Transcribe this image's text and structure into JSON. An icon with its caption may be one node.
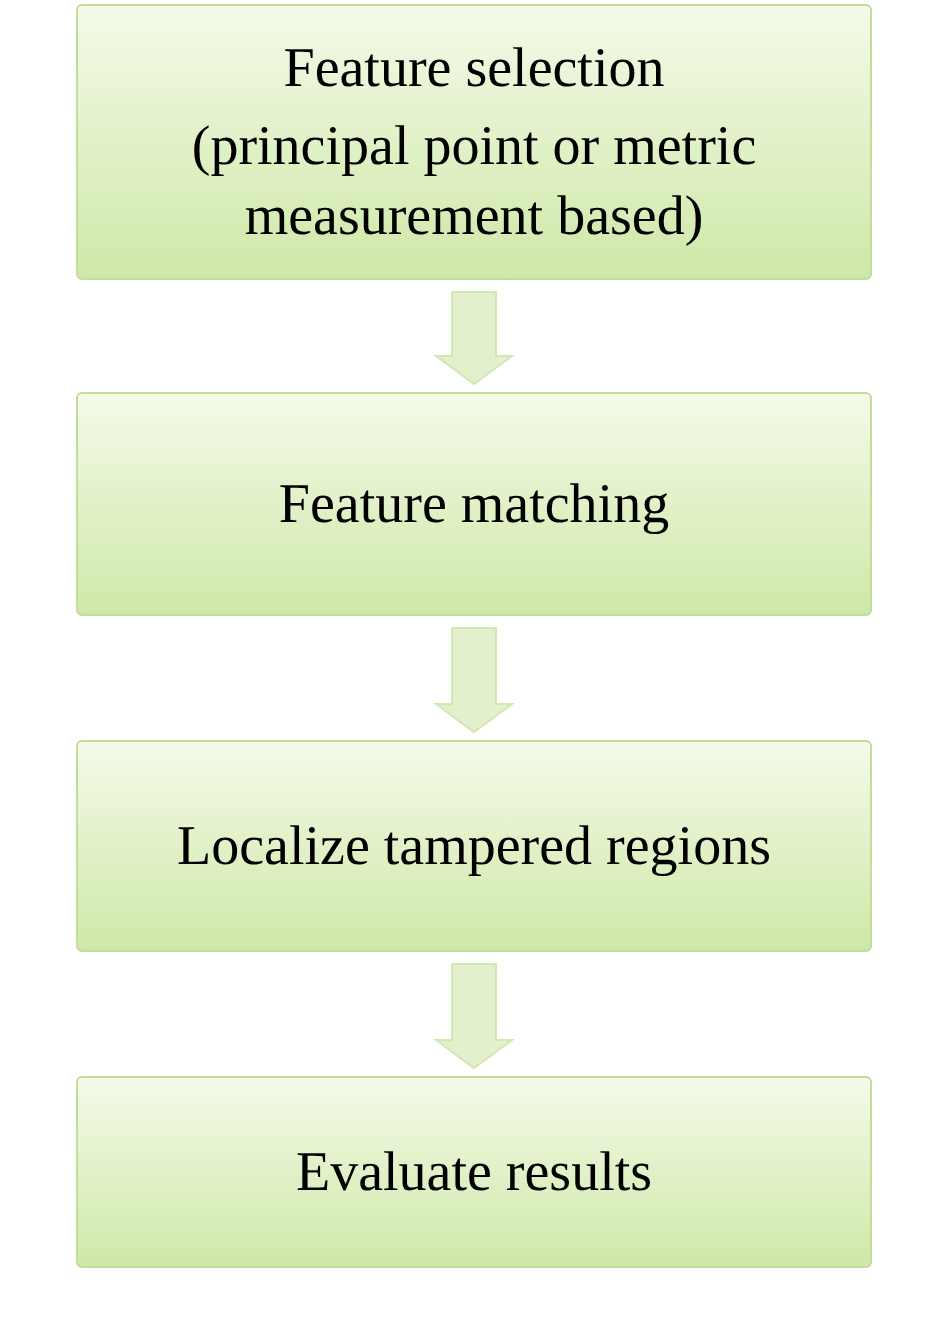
{
  "diagram": {
    "nodes": [
      {
        "text": [
          "Feature selection",
          "(principal point or metric measurement based)"
        ]
      },
      {
        "text": [
          "Feature matching"
        ]
      },
      {
        "text": [
          "Localize tampered regions"
        ]
      },
      {
        "text": [
          "Evaluate results"
        ]
      }
    ],
    "edges": [
      {
        "from": 0,
        "to": 1,
        "arrow": "to"
      },
      {
        "from": 1,
        "to": 2,
        "arrow": "to"
      },
      {
        "from": 2,
        "to": 3,
        "arrow": "to"
      }
    ]
  }
}
